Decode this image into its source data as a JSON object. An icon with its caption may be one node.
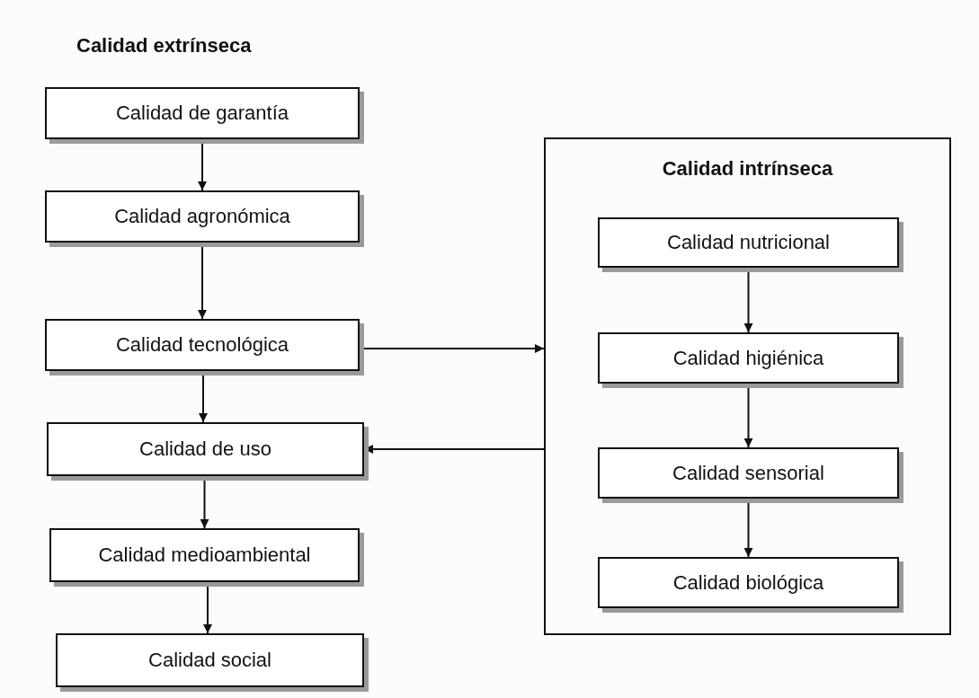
{
  "diagram": {
    "nodes": [
      {
        "text": [
          "Calidad de garantía"
        ]
      },
      {
        "text": [
          "Calidad agronómica"
        ]
      },
      {
        "text": [
          "Calidad tecnológica"
        ]
      },
      {
        "text": [
          "Calidad de uso"
        ]
      },
      {
        "text": [
          "Calidad medioambiental"
        ]
      },
      {
        "text": [
          "Calidad social"
        ]
      },
      {
        "text": [
          "Calidad intrínseca"
        ]
      },
      {
        "text": [
          "Calidad nutricional"
        ],
        "in": 6
      },
      {
        "text": [
          "Calidad higiénica"
        ],
        "in": 6
      },
      {
        "text": [
          "Calidad sensorial"
        ],
        "in": 6
      },
      {
        "text": [
          "Calidad biológica"
        ],
        "in": 6
      }
    ],
    "edges": [
      {
        "from": 0,
        "to": 1,
        "arrow": "to"
      },
      {
        "from": 1,
        "to": 2,
        "arrow": "to"
      },
      {
        "from": 2,
        "to": 3,
        "arrow": "to"
      },
      {
        "from": 3,
        "to": 4,
        "arrow": "to"
      },
      {
        "from": 4,
        "to": 5,
        "arrow": "to"
      },
      {
        "from": 2,
        "to": 6,
        "arrow": "to"
      },
      {
        "from": 6,
        "to": 3,
        "arrow": "to"
      },
      {
        "from": 7,
        "to": 8,
        "arrow": "to"
      },
      {
        "from": 8,
        "to": 9,
        "arrow": "to"
      },
      {
        "from": 9,
        "to": 10,
        "arrow": "to"
      }
    ],
    "labels": [
      "Calidad extrínseca"
    ]
  }
}
